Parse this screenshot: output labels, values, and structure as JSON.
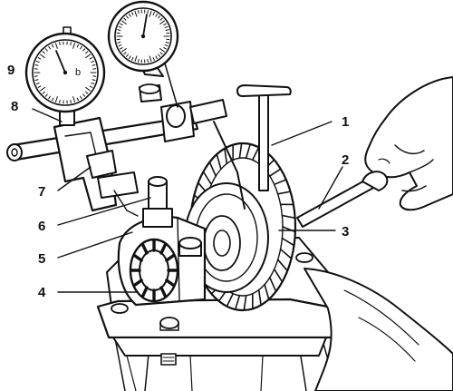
{
  "figure": {
    "callouts": [
      {
        "id": "c1",
        "label": "1"
      },
      {
        "id": "c2",
        "label": "2"
      },
      {
        "id": "c3",
        "label": "3"
      },
      {
        "id": "c4",
        "label": "4"
      },
      {
        "id": "c5",
        "label": "5"
      },
      {
        "id": "c6",
        "label": "6"
      },
      {
        "id": "c7",
        "label": "7"
      },
      {
        "id": "c8",
        "label": "8"
      },
      {
        "id": "c9",
        "label": "9"
      }
    ],
    "dial_glyph": "b"
  }
}
